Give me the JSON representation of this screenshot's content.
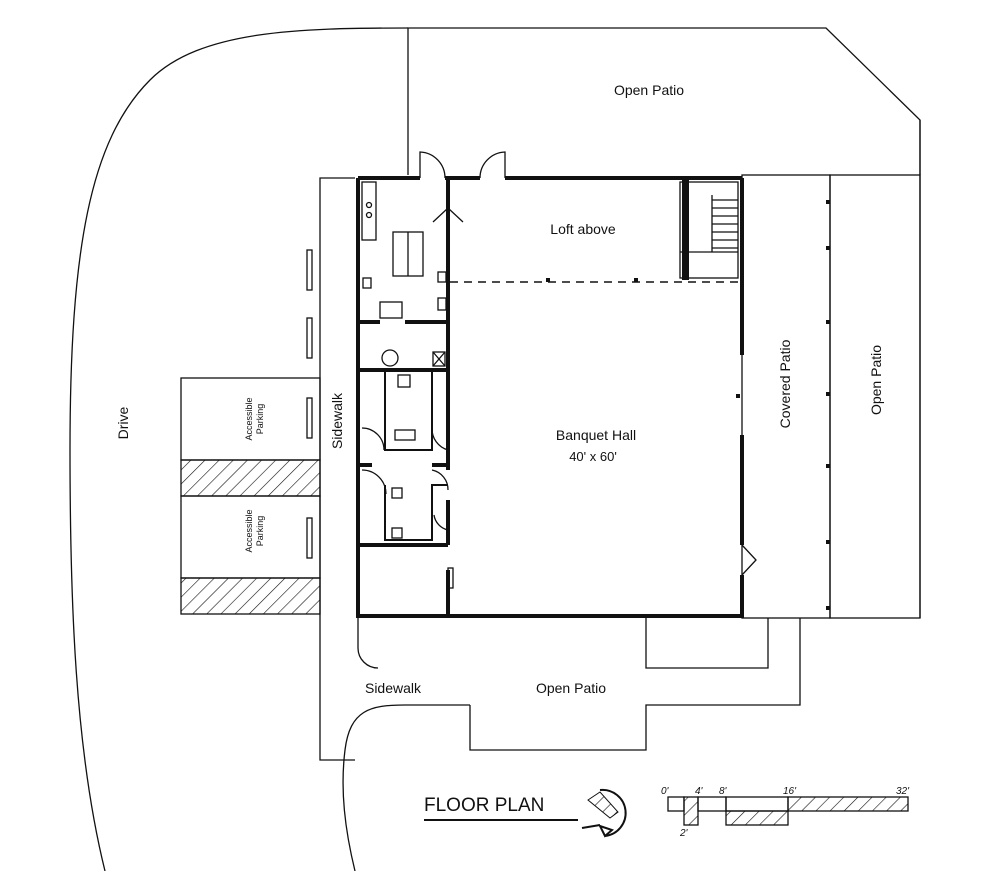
{
  "labels": {
    "open_patio_top": "Open Patio",
    "loft_above": "Loft above",
    "banquet_hall": "Banquet Hall",
    "banquet_dims": "40' x 60'",
    "covered_patio": "Covered Patio",
    "open_patio_right": "Open Patio",
    "drive": "Drive",
    "sidewalk_vertical": "Sidewalk",
    "accessible_parking_1_line1": "Accessible",
    "accessible_parking_1_line2": "Parking",
    "accessible_parking_2_line1": "Accessible",
    "accessible_parking_2_line2": "Parking",
    "sidewalk_bottom": "Sidewalk",
    "open_patio_bottom": "Open Patio",
    "floor_plan_title": "FLOOR PLAN"
  },
  "scale_bar": {
    "ticks": [
      "0'",
      "2'",
      "4'",
      "8'",
      "16'",
      "32'"
    ]
  }
}
